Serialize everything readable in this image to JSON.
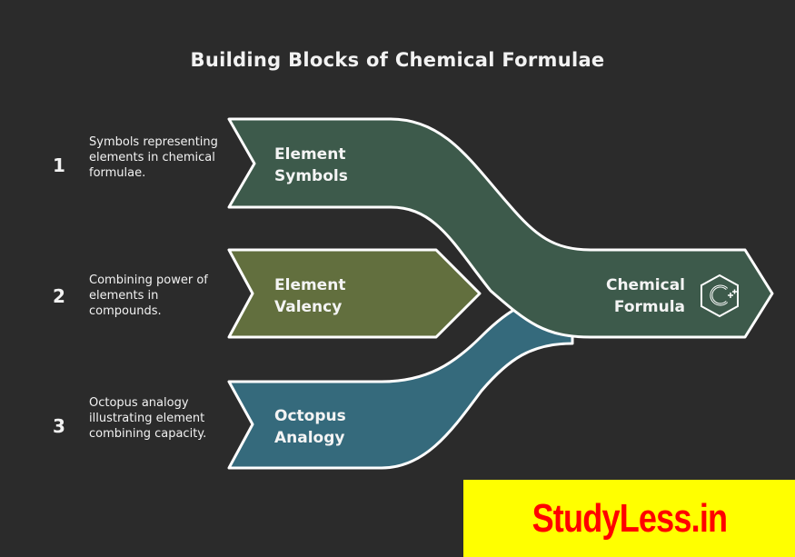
{
  "title": "Building Blocks of Chemical Formulae",
  "steps": [
    {
      "number": "1",
      "description": "Symbols representing elements in chemical formulae.",
      "label_line1": "Element",
      "label_line2": "Symbols",
      "color": "#3d5a4b"
    },
    {
      "number": "2",
      "description": "Combining power of elements in compounds.",
      "label_line1": "Element",
      "label_line2": "Valency",
      "color": "#626f3e"
    },
    {
      "number": "3",
      "description": "Octopus analogy illustrating element combining capacity.",
      "label_line1": "Octopus",
      "label_line2": "Analogy",
      "color": "#356a7c"
    }
  ],
  "result": {
    "label_line1": "Chemical",
    "label_line2": "Formula",
    "icon": "cpp-hexagon-icon",
    "color": "#3d5a4b"
  },
  "watermark": {
    "text": "StudyLess.in",
    "background": "#ffff00",
    "color": "#ff0000"
  }
}
